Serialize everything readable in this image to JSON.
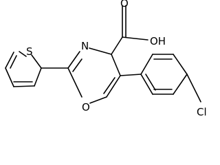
{
  "molecule": {
    "labels": {
      "sulfur": "S",
      "nitrogen": "N",
      "ring_oxygen": "O",
      "carbonyl_oxygen": "O",
      "hydroxyl": "OH",
      "chlorine": "Cl"
    },
    "colors": {
      "bond": "#000000",
      "text": "#000000",
      "background": "#ffffff"
    }
  }
}
